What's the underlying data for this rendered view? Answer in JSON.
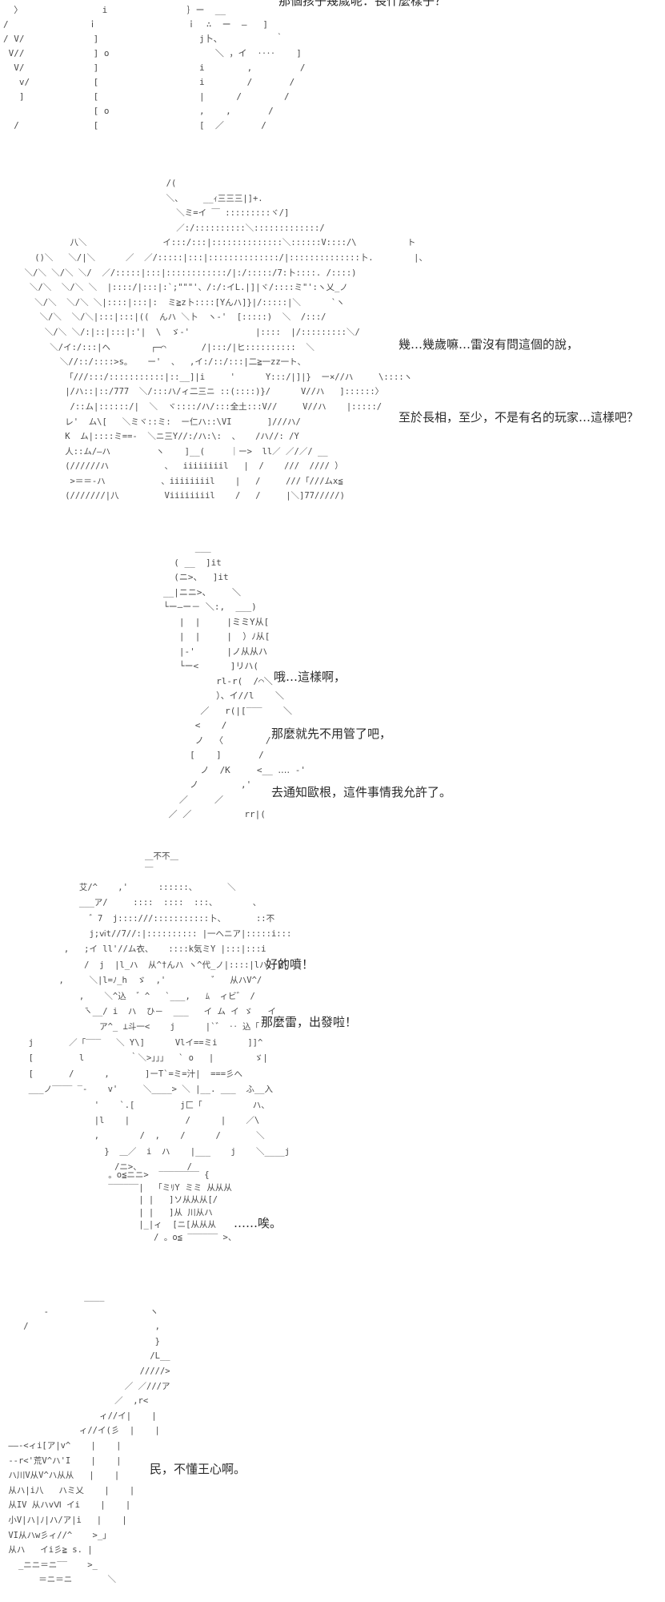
{
  "dialogues": {
    "top": "那個孩子幾歲呢：長什麼樣子？",
    "mecha_1": "幾…幾歲嘛…雷沒有問這個的說，",
    "mecha_2": "至於長相，至少，不是有名的玩家…這樣吧？",
    "figure_1": "哦…這樣啊，",
    "figure_2": "那麼就先不用管了吧，",
    "figure_3": "去通知歐根，這件事情我允許了。",
    "cheer_1": "好的噴！",
    "cheer_2": "那麼雷，出發啦！",
    "lying_1": "……唉。",
    "pillar_1": "民，不懂王心啊。"
  },
  "art": {
    "top": "，                 i                  ￣                          ，\n  〉               i               ｝ー  __\n/               ｉ                 ｉ  ∴  ー  ―   ]\n/ V/             ]                   j卜、          ｀\n V//             ] o                    ＼ ，イ  ‥‥    ]\n  V/             ]                   i        ,         /\n   v/            [                   i        /       /\n   ]             [                   |      /        /\n                 [ o                 ,    ,       /\n  /              [                   [  ／       /",
    "mecha": "                              /(\n                              ＼、    __ｨ三三三|]+.\n                                ＼ミ=イ ￣ :::::::::ヾ/]\n                                ／:/::::::::::＼:::::::::::::/\n           八＼               イ:::/:::|::::::::::::::＼::::::V::::/\\          ト\n    ()＼   ＼/|＼      ／  ／/:::::|:::|::::::::::::::/|::::::::::::::卜.        |、\n  ＼/＼ ＼/＼ ＼/  ／/:::::|:::|::::::::::::/|:/:::::/7:卜::::. /::::)\n   ＼/＼  ＼/＼ ＼  |::::/|:::|:`;\"\"\"'、/:/:イL.|]|ヾ/::::ミ\"':ヽ乂_ノ\n    ＼/＼  ＼/＼ ＼|::::|:::|:  ミ≧z卜::::[Yんハ]}|/:::::|＼      `ヽ\n     ＼/＼  ＼/＼|:::|:::|((  んハ ＼卜  ヽ-'  [:::::)  ＼  /:::/\n      ＼/＼ ＼/:|::|:::|:'|  \\  ゞ-'             |::::  |/:::::::::＼/\n       ＼/イ:/:::|ヘ        ┌─⌒       /|:::/|ヒ::::::::::  ＼\n         ＼//::/::::>s。   ー'  、  ,イ:/::/:::|二≧一zz一ト、\n          「///:::/:::::::::::|::__]|i     '      Y:::/|]|}  ー×//ハ     \\::::ヽ\n          |/ハ::|::/777  ＼/:::ハ/ィ二三ニ ::(::::)}/      V//ハ   ]::::::〉\n           /::ム|::::::/|  ＼  ヾ::::/ハ/:::全土:::V//     V//ハ    |:::::/\n          レ'  ム\\[   ＼ミヾ::ミ:  ー仁ハ::\\VI       ]///ハ/\n          K  ム|::::ミ==-  ＼ニ三Y//:/ハ:\\:  、   /ハ//: /Y\n          人::ム/―ハ         ヽ    ]__(     ｜ー>  ll／ ／/／/ __\n          (//////ハ           、  iiiiiiiil   |  /    ///  //// ）\n           >＝＝-ハ           、iiiiiiiil    |   /     ///「///ムx≦\n          (///////|八         Viiiiiiiil    /   /     |＼]77/////)",
    "figure": "                      ___\n                  ( __  ]it\n                  (ニ>、  ]it\n                __|ニニ>、    ＼\n                └ー―ー－ ＼:,  ___)\n                   |  |     |ミミY从[\n                   |  |     |  ）ﾉ从[\n                   |-'      |ノ从从ハ\n                   └ー<      ]リハ(\n                          rl-r(  /⌒＼\n                          ）、イ//l    ＼\n                       ／   r(|[‾‾‾    ＼\n                      <    /\n                      ノ  〈        /\n                     [    ]       /\n                       ノ  /K     <__ ‥‥ ‐'\n                     ノ        ,'\n                   ／     ／\n                 ／ ／          rr|(",
    "cheer": "                            ＿不不＿\n                            ￣\n               艾/^    ,'      ::::::、      ＼\n               ___ア/     ::::  ::::  :::、       、\n                 ゛7  j::::///:::::::::::卜、      ::不\n                 j;ⅵt//7//:|:::::::::: |一へニア|:::::i:::\n            ,   ;イ ll'//ム衣、   ::::k気ミY |:::|:::i\n                /  j  |l_ハ  从^†んハ ヽ^代_ノ|::::|lハ  V[\n           ,     ＼|l=ﾉ_h  ゞ  ,'         ゛  从ハV^/\n               ,    ＼^込  ゛^   `___,   ﾑ  ィビ゛ /\n                ̄ヽ__/ i  ハ  ひ－  ___   イ ム イ ゞ   イ\n                   ア^_ ⊥斗一<    j      |`゛ ‥ 込「\n     j       ／「‾‾‾   ＼ Y\\]      Vlイ==ミi      ]]^\n     [         l         ｀＼>」」」  ` o   |        ゞ|\n     [       /      ,       ]ーT`=ミ=汁|  ===彡へ\n     ___ノ‾‾‾‾ ‾-    v'     ＼____> ＼ |__. ___  ふ__入\n                  '    `.[         j匚「          ハ、\n                  |l    |           /      |    ／\\\n                  ,        /  ,    /      /       ＼\n                    }  ＿／  i  ハ    |___    j    ＼____j\n                      /ニ>、         /",
    "lying": "    。o≦ニニ>  ‾‾‾‾‾‾‾‾ {\n    ‾‾‾‾‾‾|  「ミﾘY ミミ 从从从\n          | |   ]ソ从从从[/\n          | |   ]从 川从ハ\n          |_|ィ  [ニ[从从从\n             / 。o≦ ‾‾‾‾‾‾ >、",
    "pillar": "                ____\n        ‐                    ヽ\n    /                         ,\n                              }\n                             /L__\n                           /////>\n                        ／ ／///ア\n                      ／  ,r<\n                   ィ//イ|    |\n               ィ//イ(彡  |    |\n ――‐<ィi[ア|v^    |    |\n ‐‐r<'荒V^ハ'I    |    |\n ハ川V从V^ハ从从   |    |\n 从ハ|i八   ハミ乂    |    |\n 从IV 从ハvⅥ イi    |    |\n 小V|ハ|ﾉ|ハ/ア|i   |    |\n VI从ハw彡ィ//^    >_」\n 从ハ   イi彡≧ s. |\n   _ニニ＝ニ‾‾    >_\n       ＝ニ＝ニ       ＼"
  }
}
